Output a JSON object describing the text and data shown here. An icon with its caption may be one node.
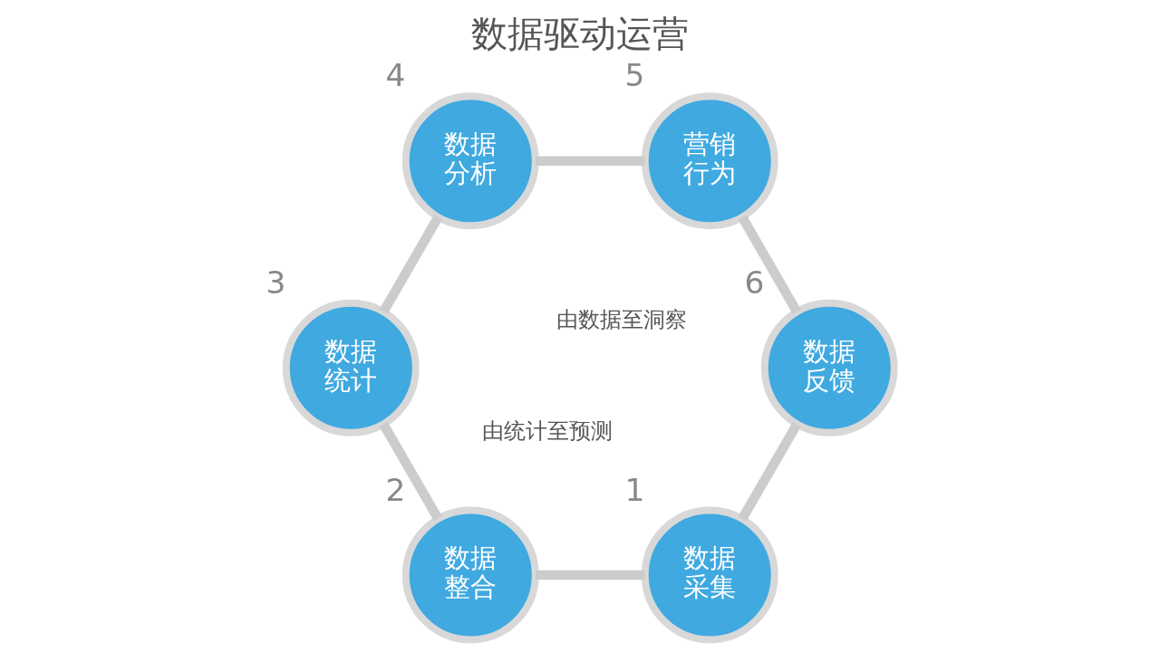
{
  "diagram": {
    "title": "数据驱动运营",
    "nodes": [
      {
        "text": [
          "数据采集"
        ],
        "beside": [
          "1"
        ]
      },
      {
        "text": [
          "数据整合"
        ],
        "beside": [
          "2"
        ]
      },
      {
        "text": [
          "数据统计"
        ],
        "beside": [
          "3"
        ]
      },
      {
        "text": [
          "数据分析"
        ],
        "beside": [
          "4"
        ]
      },
      {
        "text": [
          "营销行为"
        ],
        "beside": [
          "5"
        ]
      },
      {
        "text": [
          "数据反馈"
        ],
        "beside": [
          "6"
        ]
      }
    ],
    "edges": [
      {
        "from": 0,
        "to": 1,
        "arrow": "none"
      },
      {
        "from": 1,
        "to": 2,
        "arrow": "none"
      },
      {
        "from": 2,
        "to": 3,
        "arrow": "none"
      },
      {
        "from": 3,
        "to": 4,
        "arrow": "none"
      },
      {
        "from": 4,
        "to": 5,
        "arrow": "none"
      },
      {
        "from": 5,
        "to": 0,
        "arrow": "none"
      }
    ],
    "labels": [
      "由数据至洞察",
      "由统计至预测"
    ]
  }
}
